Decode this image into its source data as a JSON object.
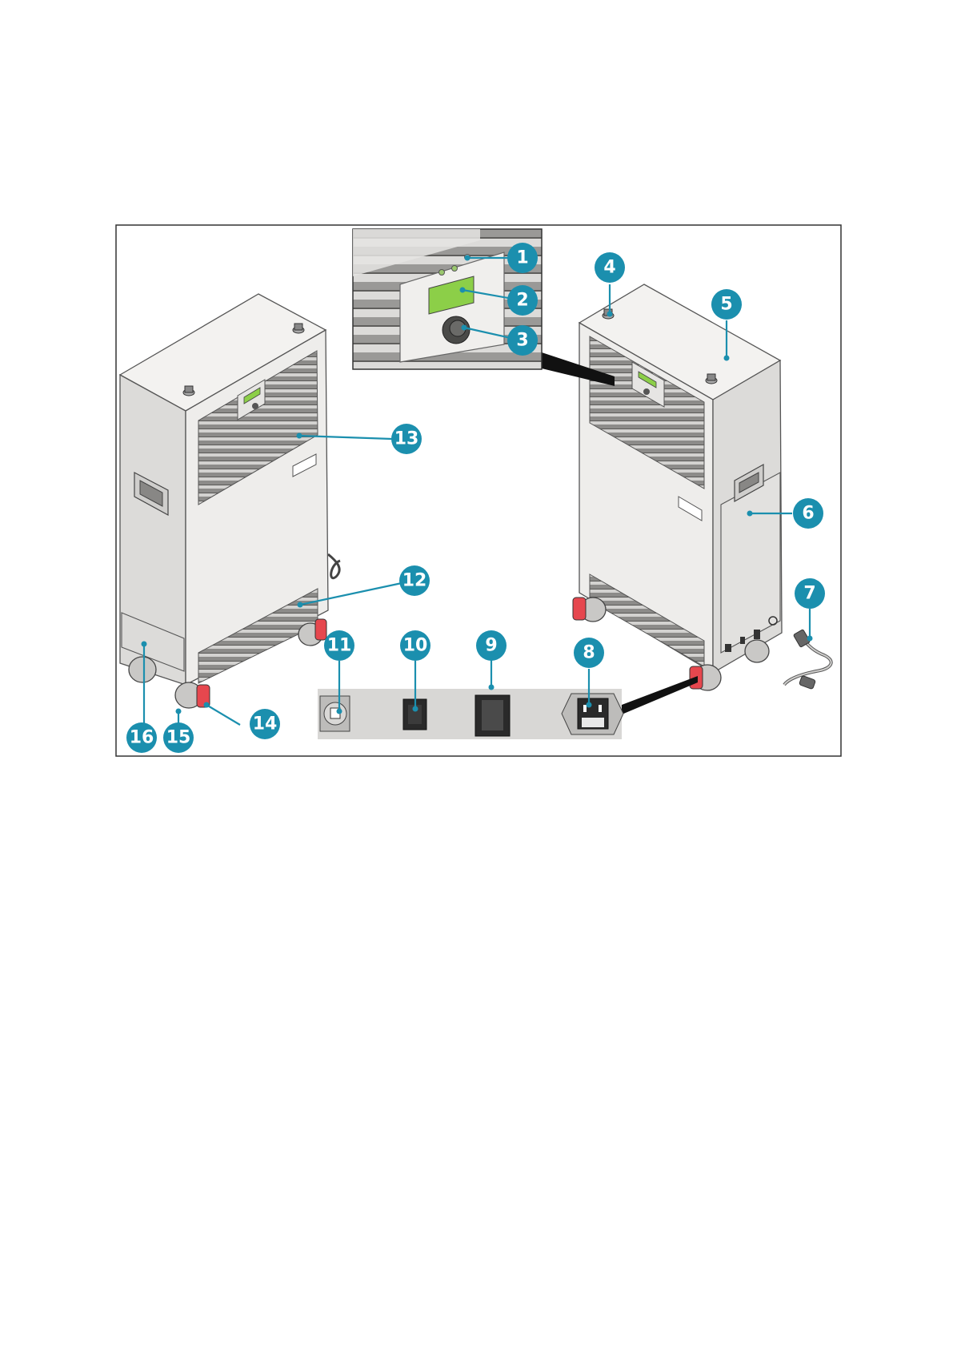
{
  "figure": {
    "accent_color": "#1b8fae",
    "housing_color": "#eeedeb",
    "handle_color": "#e6474e",
    "display_color": "#8ccf48",
    "callouts": [
      {
        "label": "1",
        "part": "indicator-leds"
      },
      {
        "label": "2",
        "part": "lcd-display"
      },
      {
        "label": "3",
        "part": "control-knob"
      },
      {
        "label": "4",
        "part": "top-knob"
      },
      {
        "label": "5",
        "part": "top-cover"
      },
      {
        "label": "6",
        "part": "side-panel"
      },
      {
        "label": "7",
        "part": "power-cord"
      },
      {
        "label": "8",
        "part": "power-inlet"
      },
      {
        "label": "9",
        "part": "main-switch"
      },
      {
        "label": "10",
        "part": "small-switch"
      },
      {
        "label": "11",
        "part": "network-port"
      },
      {
        "label": "12",
        "part": "lower-grille"
      },
      {
        "label": "13",
        "part": "upper-grille"
      },
      {
        "label": "14",
        "part": "wheel-brake"
      },
      {
        "label": "15",
        "part": "caster-wheel"
      },
      {
        "label": "16",
        "part": "base-panel"
      }
    ]
  }
}
